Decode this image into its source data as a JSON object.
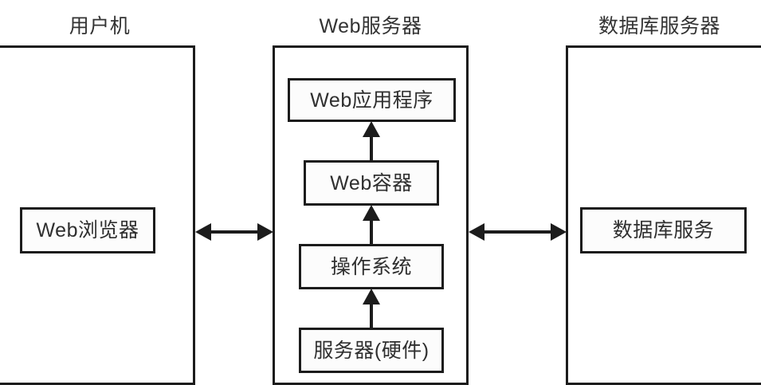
{
  "diagram": {
    "title_bar": "",
    "panels": [
      {
        "id": "client-machine",
        "title": "用户机",
        "nodes": [
          {
            "id": "web-browser",
            "label": "Web浏览器"
          }
        ]
      },
      {
        "id": "web-server",
        "title": "Web服务器",
        "nodes": [
          {
            "id": "web-application",
            "label": "Web应用程序"
          },
          {
            "id": "web-container",
            "label": "Web容器"
          },
          {
            "id": "operating-system",
            "label": "操作系统"
          },
          {
            "id": "server-hardware",
            "label": "服务器(硬件)"
          }
        ]
      },
      {
        "id": "database-server",
        "title": "数据库服务器",
        "nodes": [
          {
            "id": "database-service",
            "label": "数据库服务"
          }
        ]
      }
    ],
    "connectors": [
      {
        "id": "client-to-webserver",
        "direction": "bidirectional",
        "orientation": "horizontal"
      },
      {
        "id": "webserver-to-database",
        "direction": "bidirectional",
        "orientation": "horizontal"
      },
      {
        "id": "container-to-application",
        "direction": "up",
        "orientation": "vertical"
      },
      {
        "id": "os-to-container",
        "direction": "up",
        "orientation": "vertical"
      },
      {
        "id": "hardware-to-os",
        "direction": "up",
        "orientation": "vertical"
      }
    ],
    "colors": {
      "stroke": "#1c1c1c",
      "background": "#ffffff",
      "node_fill": "#fcfcfc",
      "text": "#2f2f2f"
    }
  }
}
